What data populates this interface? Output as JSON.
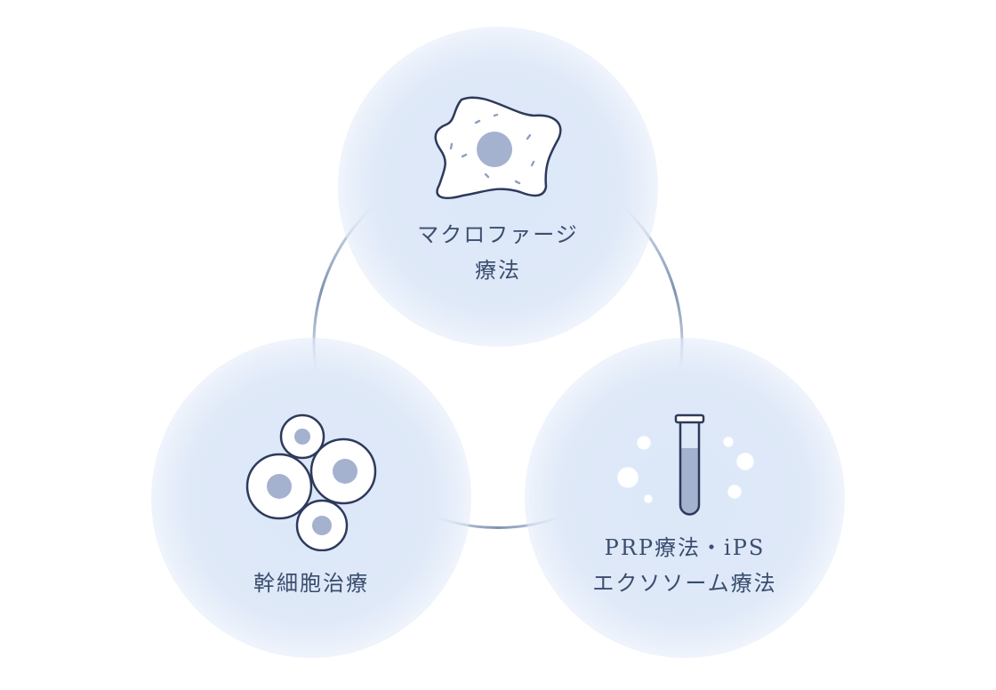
{
  "nodes": [
    {
      "id": "macrophage",
      "label_lines": [
        "マクロファージ",
        "療法"
      ],
      "icon": "macrophage-cell-icon"
    },
    {
      "id": "stem_cell",
      "label_lines": [
        "幹細胞治療"
      ],
      "icon": "stem-cells-icon"
    },
    {
      "id": "prp_ips",
      "label_lines": [
        "PRP療法・iPS",
        "エクソソーム療法"
      ],
      "icon": "test-tube-icon"
    }
  ],
  "colors": {
    "glow": "#dbe7f8",
    "stroke": "#2d3a5c",
    "nucleus": "#a4b2cf",
    "ring": "#7f92b2",
    "text": "#3b4d6e"
  }
}
